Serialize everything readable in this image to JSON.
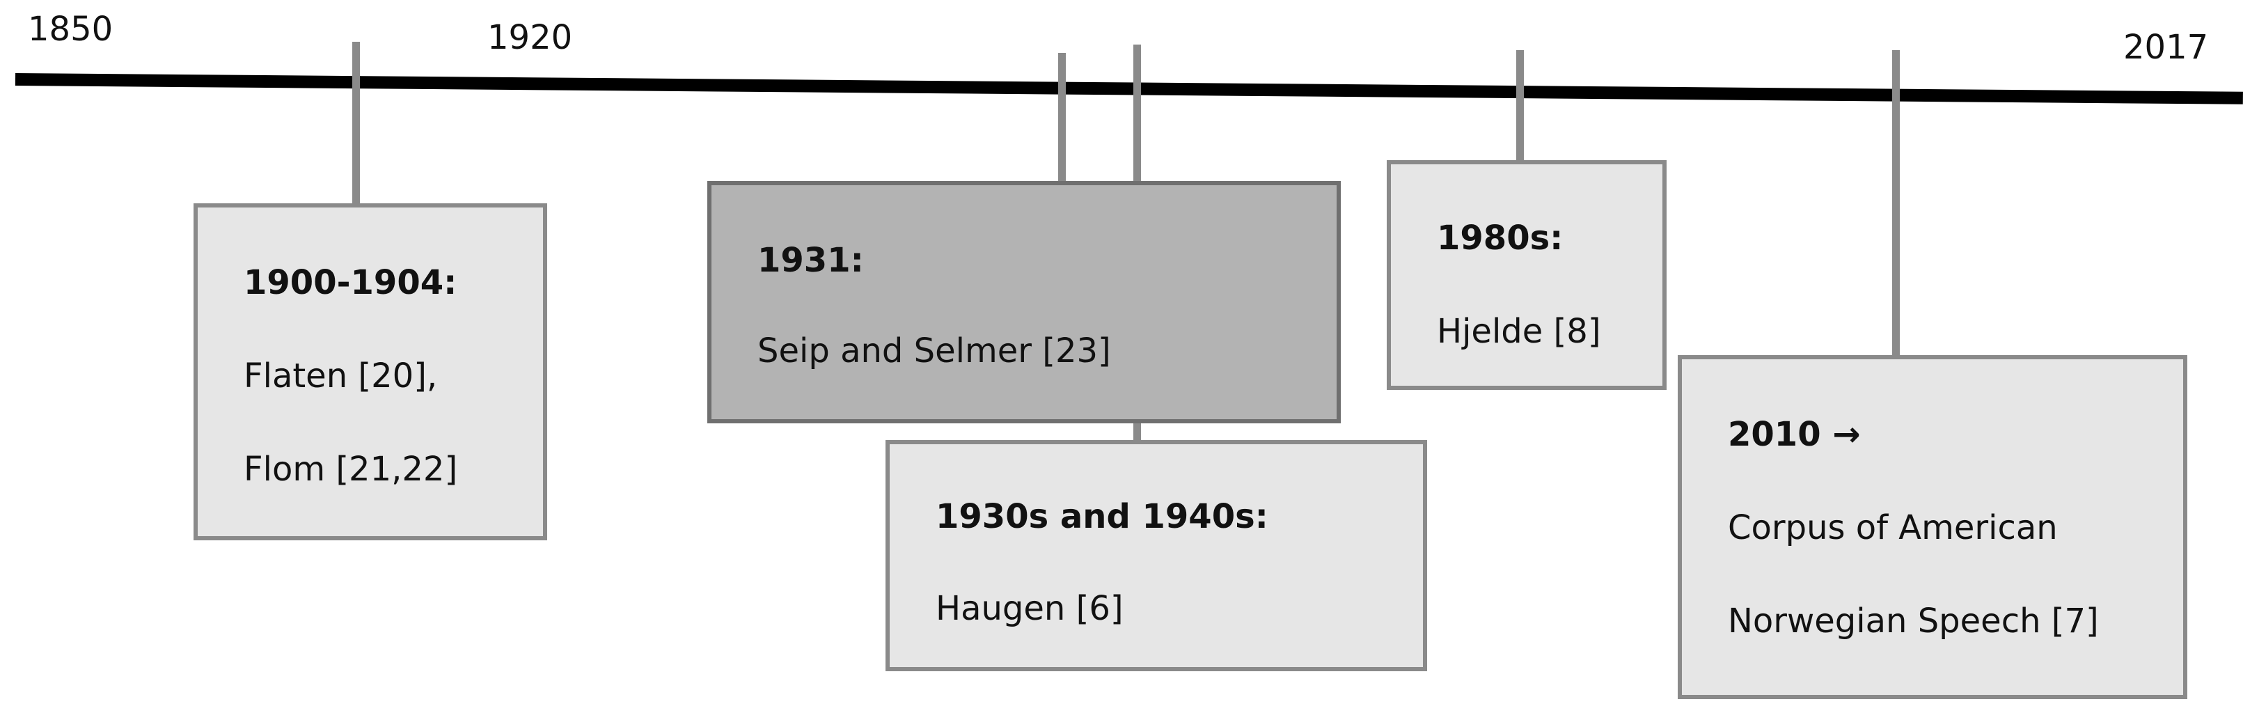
{
  "axis": {
    "labels": [
      "1850",
      "1920",
      "2017"
    ]
  },
  "events": [
    {
      "title": "1900-1904:",
      "lines": [
        "Flaten [20],",
        "Flom [21,22]"
      ]
    },
    {
      "title": "1931:",
      "lines": [
        "Seip and Selmer [23]"
      ],
      "highlight": true
    },
    {
      "title": "1930s and 1940s:",
      "lines": [
        "Haugen [6]"
      ]
    },
    {
      "title": "1980s:",
      "lines": [
        "Hjelde [8]"
      ]
    },
    {
      "title": "2010 →",
      "lines": [
        "Corpus of American",
        "Norwegian Speech [7]"
      ]
    }
  ],
  "colors": {
    "line": "#000000",
    "stem": "#8a8a8a",
    "card": "#e6e6e6",
    "card_highlight": "#b3b3b3"
  }
}
